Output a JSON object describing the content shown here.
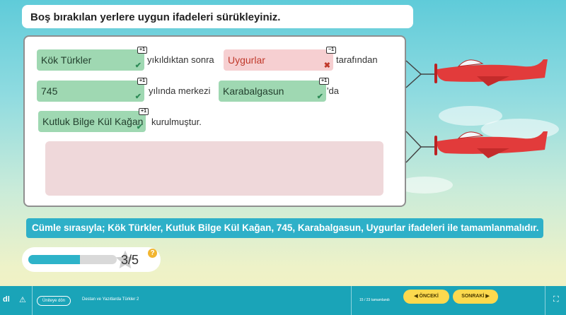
{
  "question": "Boş bırakılan yerlere uygun ifadeleri sürükleyiniz.",
  "chips": [
    {
      "text": "Kök Türkler",
      "state": "ok",
      "badge": "+1",
      "mark": "✔"
    },
    {
      "text": "Uygurlar",
      "state": "bad",
      "badge": "−1",
      "mark": "✖"
    },
    {
      "text": "745",
      "state": "ok",
      "badge": "+1",
      "mark": "✔"
    },
    {
      "text": "Karabalgasun",
      "state": "ok",
      "badge": "+1",
      "mark": "✔"
    },
    {
      "text": "Kutluk Bilge Kül Kağan",
      "state": "ok",
      "badge": "+1",
      "mark": "✔"
    }
  ],
  "words": [
    "yıkıldıktan sonra",
    "tarafından",
    "yılında merkezi",
    "'da",
    "kurulmuştur."
  ],
  "feedback": "Cümle sırasıyla; Kök Türkler, Kutluk Bilge Kül Kağan, 745, Karabalgasun, Uygurlar ifadeleri ile tamamlanmalıdır.",
  "progress": {
    "fraction": 0.58,
    "score": "3/5",
    "help": "?"
  },
  "bottombar": {
    "logo": "dl",
    "warn": "⚠",
    "back_label": "Üniteye dön",
    "course_title": "Destan ve Yazıtlarda Türkler 2",
    "page_counter": "15 / 23  tamamlandı",
    "prev_label": "◀ ÖNCEKİ",
    "next_label": "SONRAKİ ▶",
    "fullscreen": "⛶"
  },
  "colors": {
    "accent": "#2eb0c8",
    "ok": "#9fd8b2",
    "bad": "#f6cfd1",
    "plane": "#e23b3b"
  }
}
